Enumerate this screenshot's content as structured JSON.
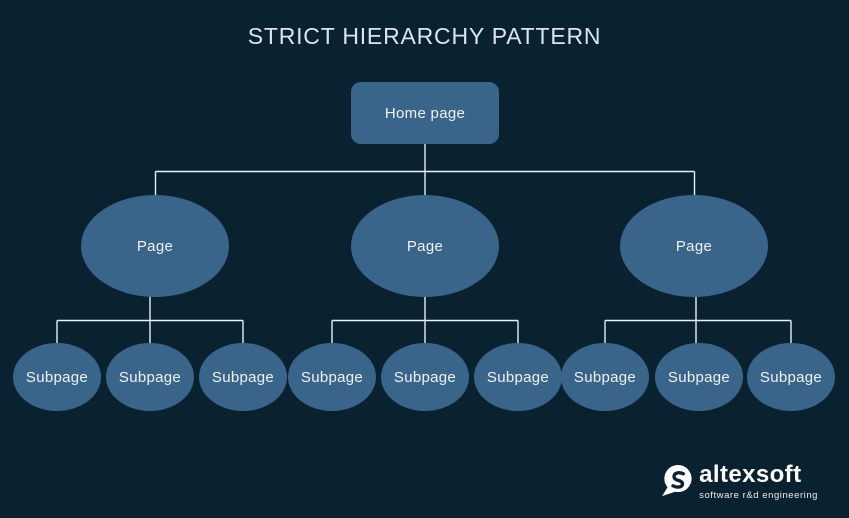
{
  "title": "STRICT HIERARCHY PATTERN",
  "colors": {
    "background": "#0a2130",
    "node_fill": "#3a658a",
    "node_text": "#edf3f7",
    "title_text": "#d9e4ed",
    "connector": "#e9f1f5",
    "logo_text": "#ffffff"
  },
  "tree": {
    "root": {
      "label": "Home page"
    },
    "pages": [
      {
        "label": "Page",
        "subpages": [
          "Subpage",
          "Subpage",
          "Subpage"
        ]
      },
      {
        "label": "Page",
        "subpages": [
          "Subpage",
          "Subpage",
          "Subpage"
        ]
      },
      {
        "label": "Page",
        "subpages": [
          "Subpage",
          "Subpage",
          "Subpage"
        ]
      }
    ]
  },
  "logo": {
    "name": "altexsoft",
    "tagline": "software r&d engineering",
    "mark_icon": "altexsoft-speech-bubble-s-icon"
  }
}
